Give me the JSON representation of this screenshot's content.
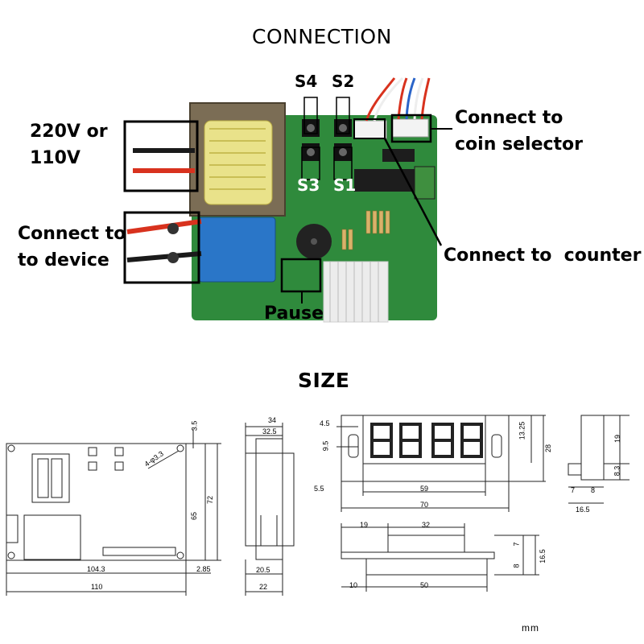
{
  "connection": {
    "title": "CONNECTION",
    "power_label_line1": "220V or",
    "power_label_line2": "110V",
    "device_label_line1": "Connect to",
    "device_label_line2": "to device",
    "coin_label_line1": "Connect to",
    "coin_label_line2": "coin selector",
    "counter_label": "Connect to  counter",
    "pause_label": "Pause",
    "switches": {
      "s4": "S4",
      "s2": "S2",
      "s3": "S3",
      "s1": "S1"
    }
  },
  "size": {
    "title": "SIZE",
    "unit": "mm",
    "board": {
      "d_3_5": "3.5",
      "hole": "4-φ3.3",
      "d_72": "72",
      "d_65": "65",
      "d_104_3": "104.3",
      "d_2_85": "2.85",
      "d_110": "110"
    },
    "transformer": {
      "d_34": "34",
      "d_32_5": "32.5",
      "d_20_5": "20.5",
      "d_22": "22"
    },
    "display": {
      "d_4_5": "4.5",
      "d_9_5": "9.5",
      "d_13_25": "13.25",
      "d_28": "28",
      "d_5_5": "5.5",
      "d_59": "59",
      "d_70": "70"
    },
    "display_side": {
      "d_19": "19",
      "d_8_3": "8.3",
      "d_7": "7",
      "d_8": "8",
      "d_16_5": "16.5"
    },
    "display_top": {
      "d_19": "19",
      "d_32": "32",
      "d_7": "7",
      "d_16_5": "16.5",
      "d_8": "8",
      "d_10": "10",
      "d_50": "50"
    }
  },
  "colors": {
    "pcb": "#2f8a3c",
    "transformer": "#e9e28a",
    "relay": "#2a76c8",
    "wire_red": "#d8321e",
    "wire_black": "#1a1a1a"
  }
}
